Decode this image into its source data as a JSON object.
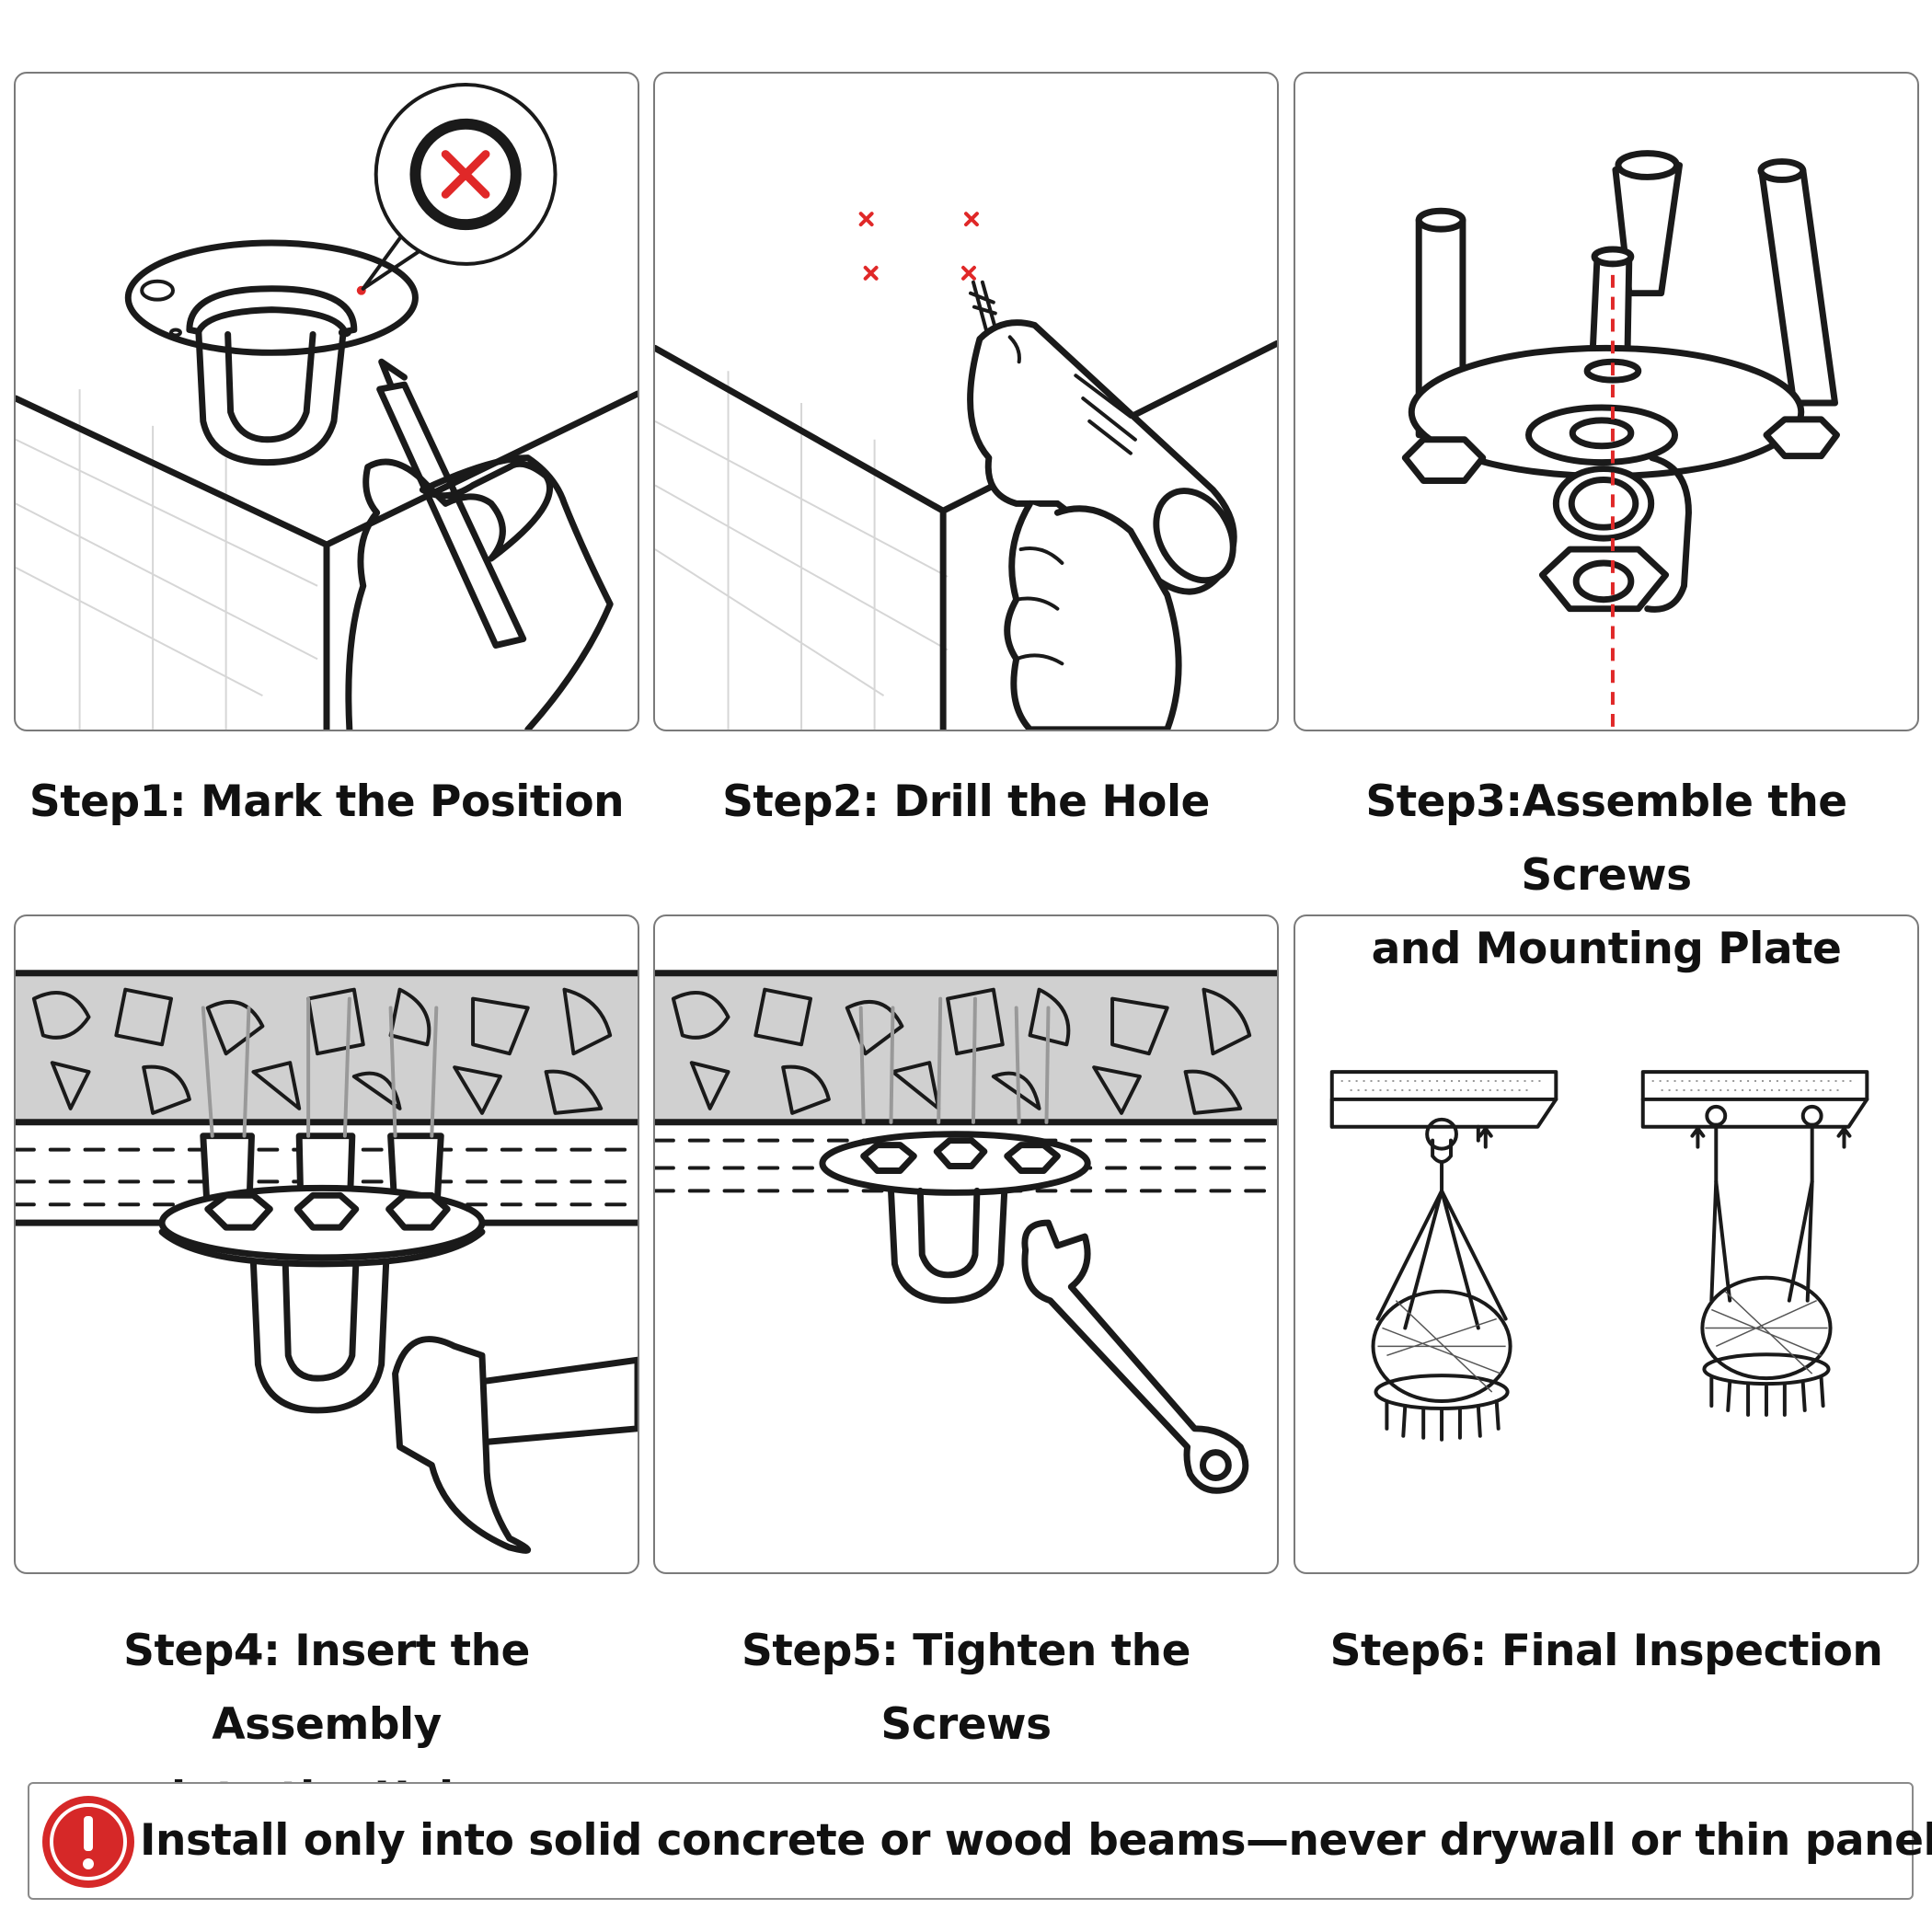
{
  "steps": [
    {
      "id": 1,
      "lines": [
        "Step1: Mark the Position"
      ]
    },
    {
      "id": 2,
      "lines": [
        "Step2: Drill the Hole"
      ]
    },
    {
      "id": 3,
      "lines": [
        "Step3:Assemble the Screws",
        "and Mounting Plate"
      ]
    },
    {
      "id": 4,
      "lines": [
        "Step4: Insert the Assembly",
        "into the Hole"
      ]
    },
    {
      "id": 5,
      "lines": [
        "Step5: Tighten the Screws"
      ]
    },
    {
      "id": 6,
      "lines": [
        "Step6: Final Inspection"
      ]
    }
  ],
  "warning": {
    "text": "Install only into solid concrete or wood beams—never drywall or thin panels.",
    "icon": "exclamation-icon",
    "icon_color": "#d62828"
  },
  "colors": {
    "accent_red": "#e02828",
    "line": "#1a1a1a",
    "border": "#7a7a7a"
  }
}
